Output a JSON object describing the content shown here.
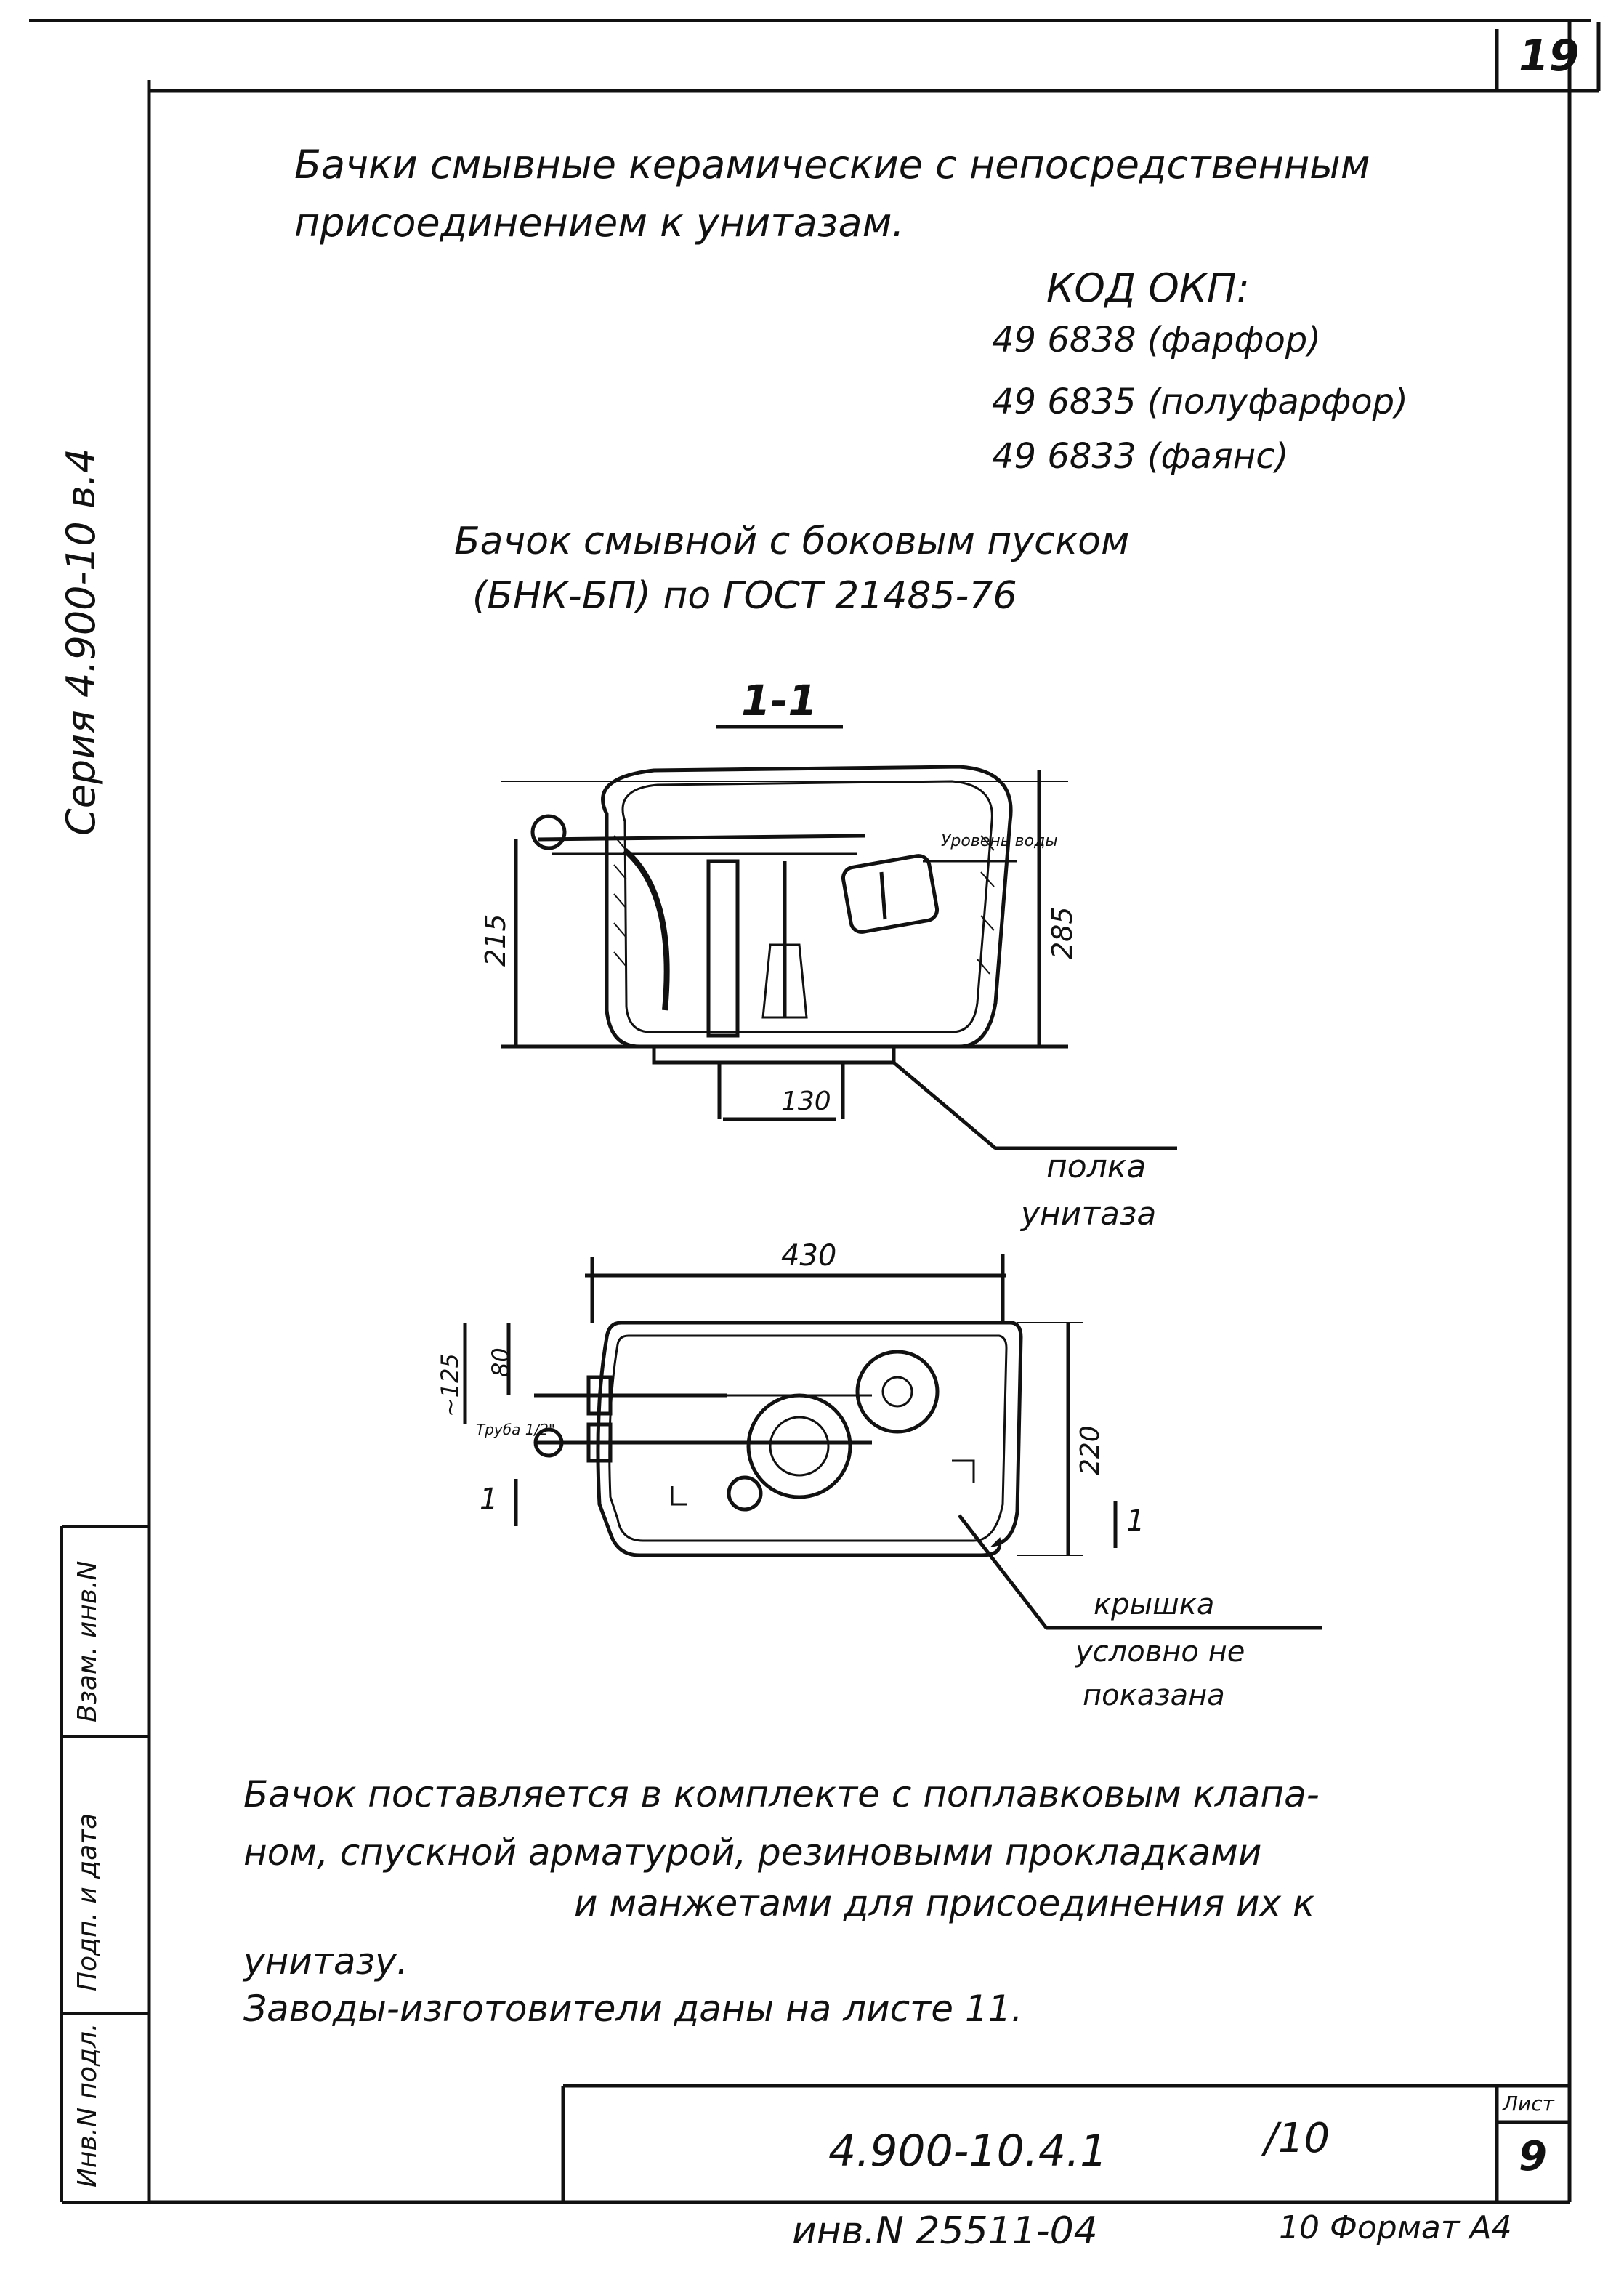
{
  "page_number": "19",
  "side_series": "Серия 4.900-10 в.4",
  "title_lines": [
    "Бачки смывные керамические с непосредственным",
    "присоединением к унитазам."
  ],
  "okp": {
    "heading": "КОД ОКП:",
    "codes": [
      "49 6838 (фарфор)",
      "49 6835 (полуфарфор)",
      "49 6833 (фаянс)"
    ]
  },
  "subtitle_lines": [
    "Бачок смывной с боковым пуском",
    "(БНК-БП) по ГОСТ 21485-76"
  ],
  "section_label": "1-1",
  "section_drawing": {
    "dim_215": "215",
    "dim_285": "285",
    "dim_130": "130",
    "water_level_label": "Уровень воды",
    "float_label": "I",
    "shelf_label_lines": [
      "полка",
      "унитаза"
    ]
  },
  "plan_drawing": {
    "dim_430": "430",
    "dim_125": "~125",
    "dim_80": "80",
    "dim_220": "220",
    "pipe_label": "Труба 1/2\"",
    "cut_left": "1",
    "cut_right": "1",
    "lid_label_lines": [
      "крышка",
      "условно не",
      "показана"
    ]
  },
  "note_lines": [
    "Бачок поставляется в комплекте с поплавковым клапа-",
    "ном, спускной арматурой, резиновыми прокладками",
    "и манжетами для присоединения их к",
    "унитазу.",
    "Заводы-изготовители даны на листе 11."
  ],
  "stamp": {
    "doc_code": "4.900-10.4.1",
    "fraction": "/10",
    "sheet_label": "Лист",
    "sheet_number": "9"
  },
  "left_cells": [
    "Взам. инв.N",
    "Подп. и дата",
    "Инв.N подл."
  ],
  "footer": {
    "inventory": "инв.N 25511-04",
    "format": "10 Формат А4"
  }
}
